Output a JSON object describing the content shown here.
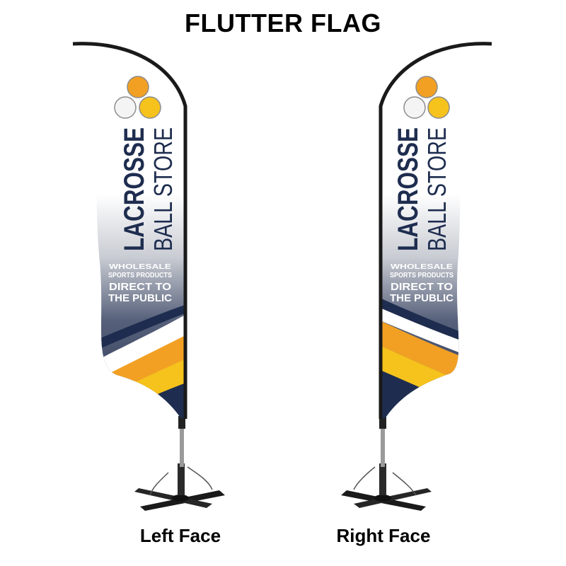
{
  "title": "FLUTTER FLAG",
  "flags": [
    {
      "face_label": "Left Face",
      "brand_line1": "LACROSSE",
      "brand_line2": "BALL STORE",
      "tag_line1": "WHOLESALE",
      "tag_line2": "SPORTS PRODUCTS",
      "tag_line3": "DIRECT TO",
      "tag_line4": "THE PUBLIC"
    },
    {
      "face_label": "Right Face",
      "brand_line1": "LACROSSE",
      "brand_line2": "BALL STORE",
      "tag_line1": "WHOLESALE",
      "tag_line2": "SPORTS PRODUCTS",
      "tag_line3": "DIRECT TO",
      "tag_line4": "THE PUBLIC"
    }
  ],
  "colors": {
    "navy": "#1e2d4f",
    "orange": "#f2a024",
    "yellow": "#f6c21c",
    "fabric": "#ffffff",
    "pole": "#1a1a1a"
  }
}
